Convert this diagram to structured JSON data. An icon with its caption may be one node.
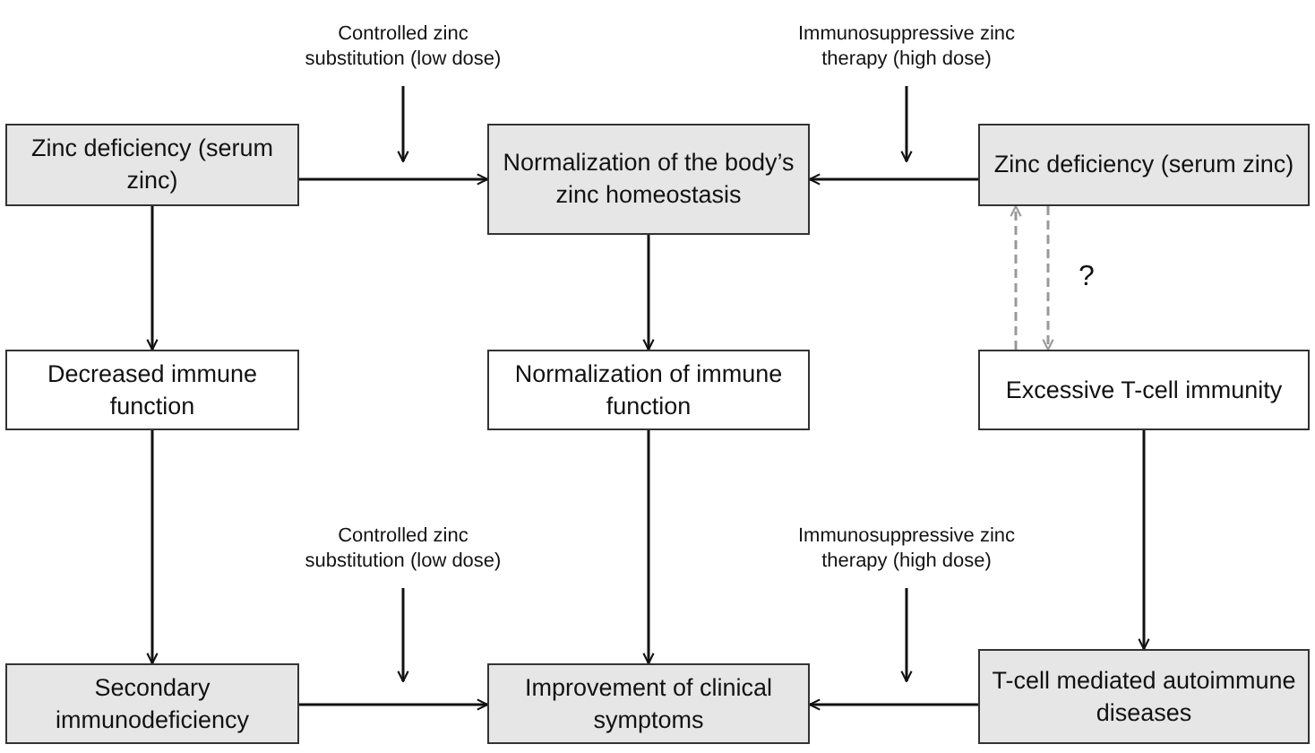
{
  "diagram": {
    "nodes": [
      {
        "text": [
          "Controlled zinc substitution (low dose)"
        ]
      },
      {
        "text": [
          "Immunosuppressive zinc therapy (high dose)"
        ]
      },
      {
        "text": [
          "Zinc deficiency (serum zinc)"
        ]
      },
      {
        "text": [
          "Normalization of the body’s zinc homeostasis"
        ]
      },
      {
        "text": [
          "Zinc deficiency (serum zinc)"
        ]
      },
      {
        "text": [
          "Decreased immune function"
        ]
      },
      {
        "text": [
          "Normalization of immune function"
        ]
      },
      {
        "text": [
          "Excessive T-cell immunity"
        ]
      },
      {
        "text": [
          "Controlled zinc substitution (low dose)"
        ]
      },
      {
        "text": [
          "Immunosuppressive zinc therapy (high dose)"
        ]
      },
      {
        "text": [
          "Secondary immunodeficiency"
        ]
      },
      {
        "text": [
          "Improvement of clinical symptoms"
        ]
      },
      {
        "text": [
          "T-cell mediated autoimmune diseases"
        ]
      }
    ],
    "edges": [
      {
        "from": 0,
        "to": null,
        "arrow": "to"
      },
      {
        "from": 1,
        "to": null,
        "arrow": "to"
      },
      {
        "from": 2,
        "to": 3,
        "arrow": "to"
      },
      {
        "from": 4,
        "to": 3,
        "arrow": "to"
      },
      {
        "from": 2,
        "to": 5,
        "arrow": "to"
      },
      {
        "from": 3,
        "to": 6,
        "arrow": "to"
      },
      {
        "from": 7,
        "to": 4,
        "arrow": "to",
        "style": "dashed",
        "color": "#999999"
      },
      {
        "from": 4,
        "to": 7,
        "arrow": "to",
        "style": "dashed",
        "color": "#999999"
      },
      {
        "from": 5,
        "to": 10,
        "arrow": "to"
      },
      {
        "from": 6,
        "to": 11,
        "arrow": "to"
      },
      {
        "from": 7,
        "to": 12,
        "arrow": "to"
      },
      {
        "from": 8,
        "to": null,
        "arrow": "to"
      },
      {
        "from": 9,
        "to": null,
        "arrow": "to"
      },
      {
        "from": 10,
        "to": 11,
        "arrow": "to"
      },
      {
        "from": 12,
        "to": 11,
        "arrow": "to"
      }
    ],
    "labels": [
      "?"
    ]
  }
}
